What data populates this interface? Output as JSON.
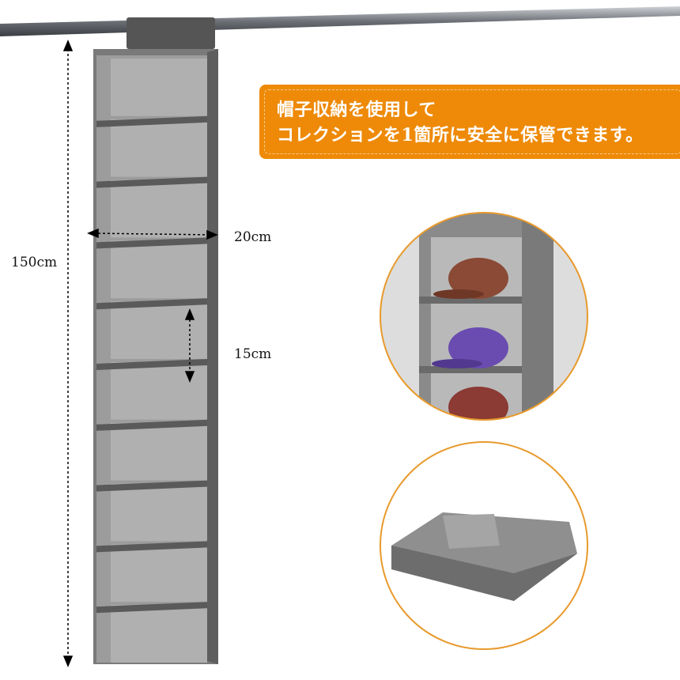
{
  "banner": {
    "line1": "帽子収納を使用して",
    "line2": "コレクションを1箇所に安全に保管できます。"
  },
  "dimensions": {
    "height": "150cm",
    "width": "20cm",
    "shelf_height": "15cm"
  },
  "organizer": {
    "compartments": 10
  },
  "colors": {
    "banner": "#ee8a08",
    "fabric": "#6f6f6f",
    "hat1": "#8a4a36",
    "hat2": "#6a4cb0",
    "hat3": "#8b3a34"
  }
}
